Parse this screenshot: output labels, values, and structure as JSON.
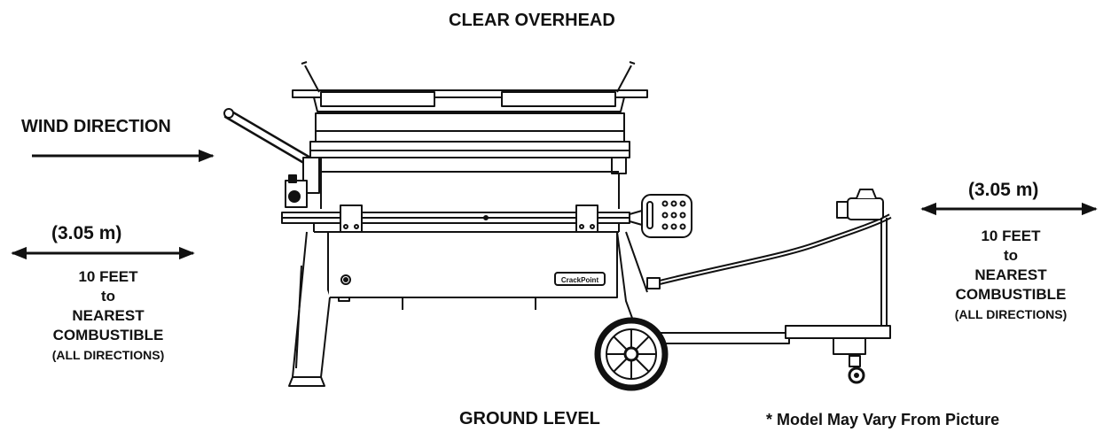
{
  "labels": {
    "clear_overhead": "CLEAR OVERHEAD",
    "wind_direction": "WIND DIRECTION",
    "ground_level": "GROUND LEVEL",
    "disclaimer": "* Model May Vary From Picture"
  },
  "clearance_left": {
    "metric": "(3.05 m)",
    "line1": "10 FEET",
    "line2": "to",
    "line3": "NEAREST",
    "line4": "COMBUSTIBLE",
    "line5": "(ALL DIRECTIONS)"
  },
  "clearance_right": {
    "metric": "(3.05 m)",
    "line1": "10 FEET",
    "line2": "to",
    "line3": "NEAREST",
    "line4": "COMBUSTIBLE",
    "line5": "(ALL DIRECTIONS)"
  },
  "brand_plate": "CrackPoint",
  "colors": {
    "ink": "#111111",
    "paper": "#ffffff"
  }
}
